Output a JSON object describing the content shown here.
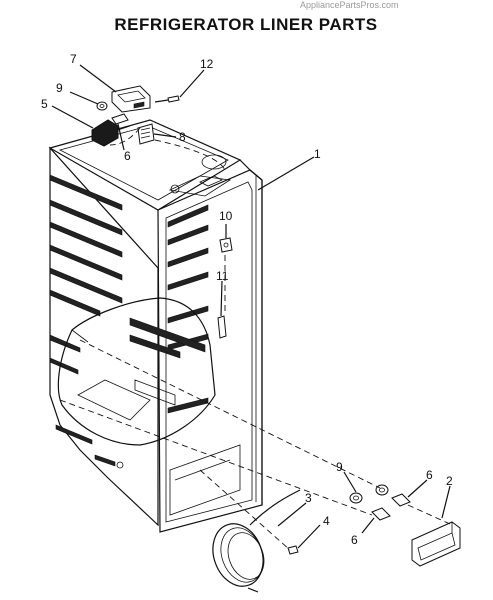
{
  "watermark": "AppliancePartsPros.com",
  "title": "REFRIGERATOR LINER PARTS",
  "callouts": [
    {
      "id": "c7",
      "label": "7"
    },
    {
      "id": "c12",
      "label": "12"
    },
    {
      "id": "c9a",
      "label": "9"
    },
    {
      "id": "c5",
      "label": "5"
    },
    {
      "id": "c8",
      "label": "8"
    },
    {
      "id": "c6a",
      "label": "6"
    },
    {
      "id": "c1",
      "label": "1"
    },
    {
      "id": "c10",
      "label": "10"
    },
    {
      "id": "c11",
      "label": "11"
    },
    {
      "id": "c9b",
      "label": "9"
    },
    {
      "id": "c6b",
      "label": "6"
    },
    {
      "id": "c2",
      "label": "2"
    },
    {
      "id": "c3",
      "label": "3"
    },
    {
      "id": "c4",
      "label": "4"
    },
    {
      "id": "c6c",
      "label": "6"
    }
  ]
}
